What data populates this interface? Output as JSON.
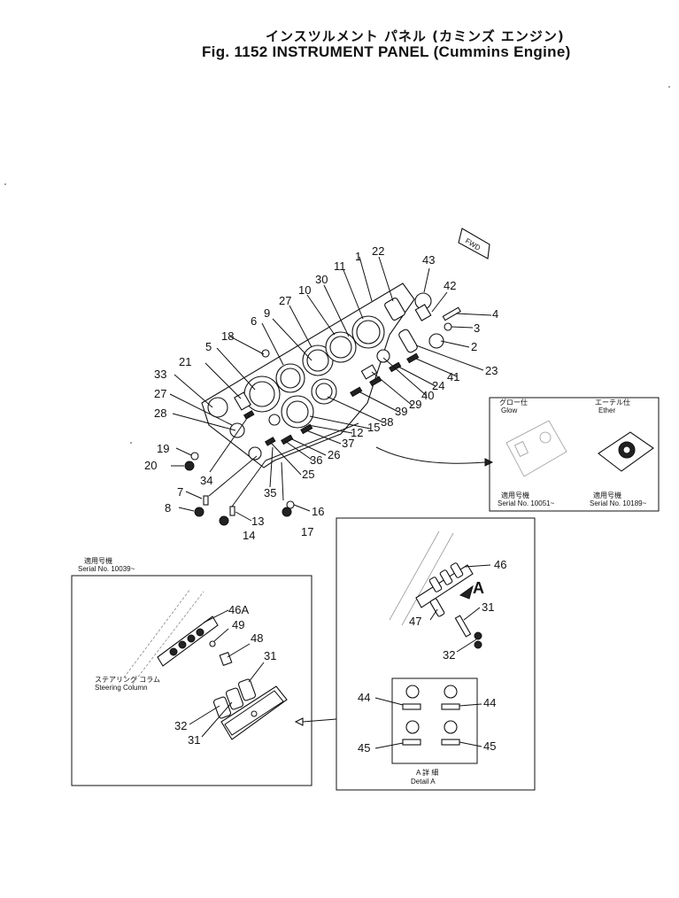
{
  "title": {
    "japanese": "インスツルメント パネル (カミンズ エンジン)",
    "english": "Fig. 1152 INSTRUMENT PANEL (Cummins Engine)"
  },
  "main": {
    "fwd_label": "FWD",
    "labels": [
      "1",
      "22",
      "43",
      "11",
      "42",
      "30",
      "4",
      "10",
      "27",
      "3",
      "6",
      "9",
      "2",
      "18",
      "5",
      "23",
      "41",
      "21",
      "24",
      "33",
      "40",
      "29",
      "27",
      "39",
      "28",
      "38",
      "15",
      "12",
      "37",
      "19",
      "26",
      "36",
      "20",
      "25",
      "34",
      "35",
      "7",
      "16",
      "8",
      "13",
      "17",
      "14"
    ]
  },
  "inset_top": {
    "glow_jp": "グロー仕",
    "glow_en": "Glow",
    "ether_jp": "エーテル仕",
    "ether_en": "Ether",
    "serial_jp_left": "適用号機",
    "serial_left": "Serial No. 10051~",
    "serial_jp_right": "適用号機",
    "serial_right": "Serial No. 10189~"
  },
  "inset_left": {
    "serial_jp": "適用号機",
    "serial": "Serial No. 10039~",
    "steering_jp": "ステアリング コラム",
    "steering_en": "Steering Column",
    "labels": [
      "46A",
      "49",
      "48",
      "31",
      "32",
      "31"
    ]
  },
  "inset_right": {
    "labels": [
      "46",
      "A",
      "31",
      "47",
      "32"
    ],
    "detail_labels": [
      "44",
      "44",
      "45",
      "45"
    ],
    "detail_jp": "A 詳 細",
    "detail_en": "Detail A"
  }
}
